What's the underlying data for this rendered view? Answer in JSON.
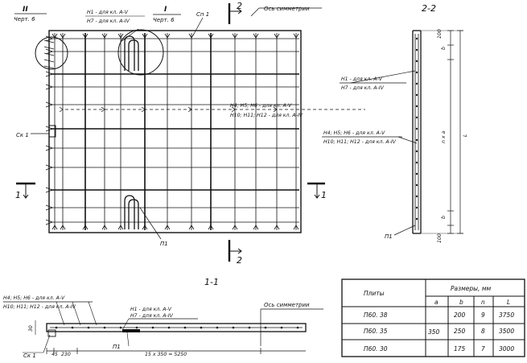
{
  "plan": {
    "callout_ii_num": "II",
    "callout_ii_ref": "Черт. 6",
    "h1_label": "Н1 - для кл. А-V",
    "h7_label": "Н7 - для кл. А-IV",
    "callout_i_num": "I",
    "callout_i_ref": "Черт. 6",
    "sp1": "Сп 1",
    "sec2_top": "2",
    "sec2_bottom": "2",
    "axis_sym": "Ось симметрии",
    "h4_label": "Н4; Н5; Н6 - для кл. А-V",
    "h10_label": "Н10; Н11; Н12 - для кл. А-IV",
    "sk1": "Ск 1",
    "sec1_left": "1",
    "sec1_right": "1",
    "p1": "П1"
  },
  "section22": {
    "title": "2-2",
    "h1_label": "Н1 - для кл. А-V",
    "h7_label": "Н7 - для кл. А-IV",
    "h4_label": "Н4; Н5; Н6 - для кл. А-V",
    "h10_label": "Н10; Н11; Н12 - для кл. А-IV",
    "dim_top": "100",
    "dim_b_top": "b",
    "dim_mid": "n x a",
    "dim_l": "L",
    "dim_b_bot": "b",
    "dim_bot": "100",
    "p1": "П1"
  },
  "section11": {
    "title": "1-1",
    "h4_label": "Н4; Н5; Н6 - для кл. А-V",
    "h10_label": "Н10; Н11; Н12 - для кл. А-IV",
    "h1_label": "Н1 - для кл. А-V",
    "h7_label": "Н7 - для кл. А-IV",
    "axis_sym": "Ось симметрии",
    "dim_thickness": "30",
    "sk1": "Ск 1",
    "p1": "П1",
    "dim_left": "45",
    "dim_left2": "230",
    "dim_span": "15 x 350 = 5250"
  },
  "table": {
    "col_slab": "Плиты",
    "col_sizes": "Размеры, мм",
    "sub_a": "a",
    "sub_b": "b",
    "sub_n": "n",
    "sub_L": "L",
    "a_value": "350",
    "rows": [
      {
        "name": "П60. 38",
        "b": "200",
        "n": "9",
        "L": "3750"
      },
      {
        "name": "П60. 35",
        "b": "250",
        "n": "8",
        "L": "3500"
      },
      {
        "name": "П60. 30",
        "b": "175",
        "n": "7",
        "L": "3000"
      }
    ]
  }
}
